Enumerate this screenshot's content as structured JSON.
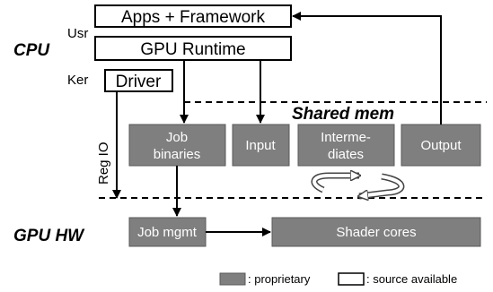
{
  "labels": {
    "cpu": "CPU",
    "gpu_hw": "GPU HW",
    "usr": "Usr",
    "ker": "Ker",
    "reg_io": "Reg IO",
    "shared_mem": "Shared mem"
  },
  "source_boxes": {
    "apps": "Apps + Framework",
    "runtime": "GPU Runtime",
    "driver": "Driver"
  },
  "proprietary_boxes": {
    "job_binaries": [
      "Job",
      "binaries"
    ],
    "input": "Input",
    "intermediates": [
      "Interme-",
      "diates"
    ],
    "output": "Output",
    "job_mgmt": "Job mgmt",
    "shader_cores": "Shader cores"
  },
  "legend": {
    "proprietary": ": proprietary",
    "source_available": ": source available"
  },
  "colors": {
    "proprietary_fill": "#7f7f7f",
    "source_fill": "#ffffff"
  }
}
